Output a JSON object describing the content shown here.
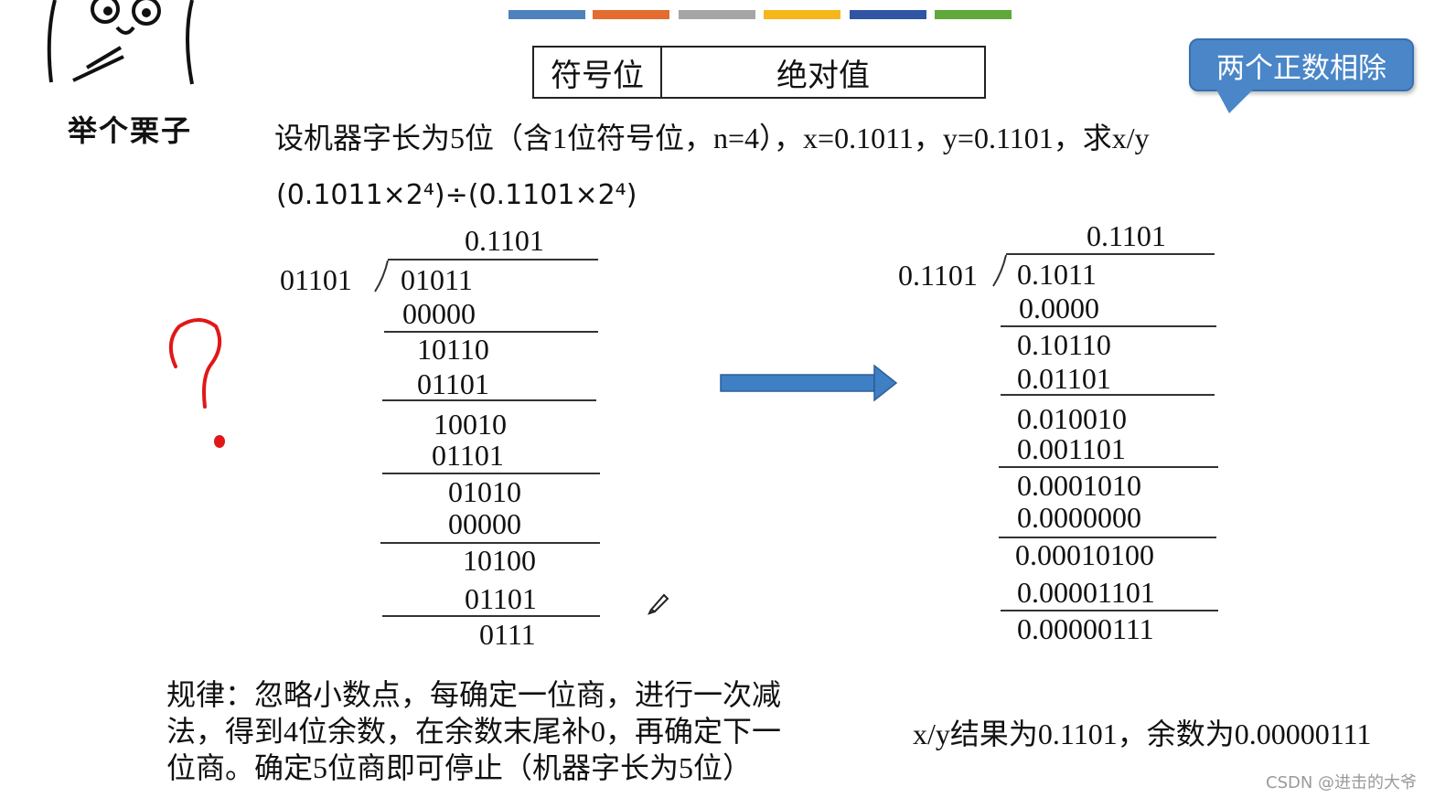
{
  "colors": {
    "bars": [
      "#4f81bd",
      "#e46c2f",
      "#a5a5a5",
      "#f5b71b",
      "#2f55a4",
      "#5fa83a"
    ],
    "callout": "#4a86c8",
    "arrow": "#3f7fc4"
  },
  "example_label": "举个栗子",
  "table": {
    "sign_header": "符号位",
    "abs_header": "绝对值"
  },
  "callout": "两个正数相除",
  "problem": "设机器字长为5位（含1位符号位，n=4），x=0.1011，y=0.1101，求x/y",
  "formula": "(0.1011×2⁴)÷(0.1101×2⁴)",
  "left_div": {
    "divisor": "01101",
    "quotient": "0.1101",
    "rows": [
      "01011",
      "00000",
      "10110",
      "01101",
      "10010",
      "01101",
      "01010",
      "00000",
      "10100",
      "01101",
      "0111"
    ]
  },
  "right_div": {
    "divisor": "0.1101",
    "quotient": "0.1101",
    "rows": [
      "0.1011",
      "0.0000",
      "0.10110",
      "0.01101",
      "0.010010",
      "0.001101",
      "0.0001010",
      "0.0000000",
      "0.00010100",
      "0.00001101",
      "0.00000111"
    ]
  },
  "rule_text": [
    "规律：忽略小数点，每确定一位商，进行一次减",
    "法，得到4位余数，在余数末尾补0，再确定下一",
    "位商。确定5位商即可停止（机器字长为5位）"
  ],
  "result": "x/y结果为0.1101，余数为0.00000111",
  "watermark": "CSDN @进击的大爷"
}
